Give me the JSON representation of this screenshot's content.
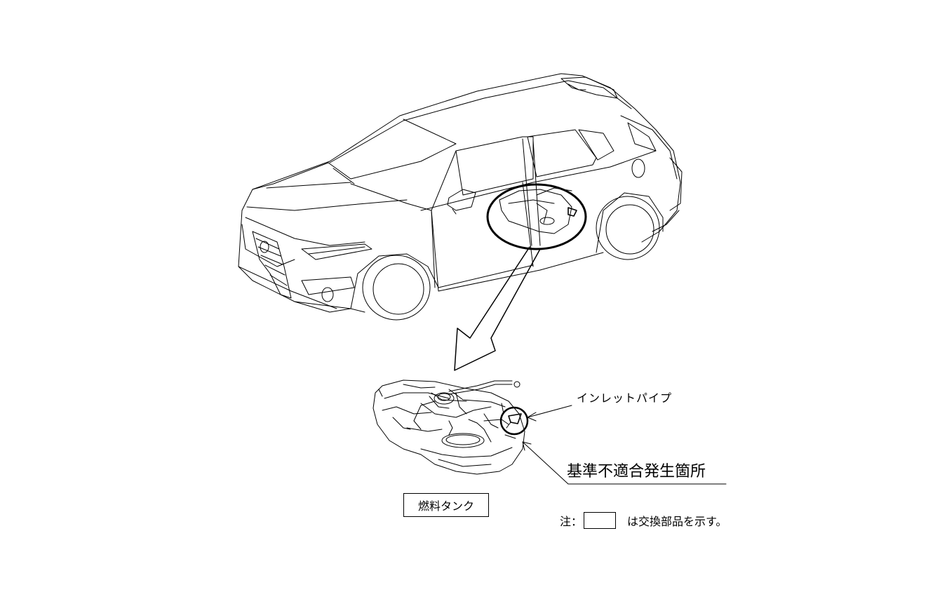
{
  "labels": {
    "inlet_pipe": "インレットパイプ",
    "defect_location": "基準不適合発生箇所",
    "fuel_tank": "燃料タンク"
  },
  "note": {
    "prefix": "注：",
    "suffix": "は交換部品を示す。"
  },
  "icons": {
    "vehicle": "hatchback-line-drawing",
    "tank": "fuel-tank-line-drawing"
  }
}
